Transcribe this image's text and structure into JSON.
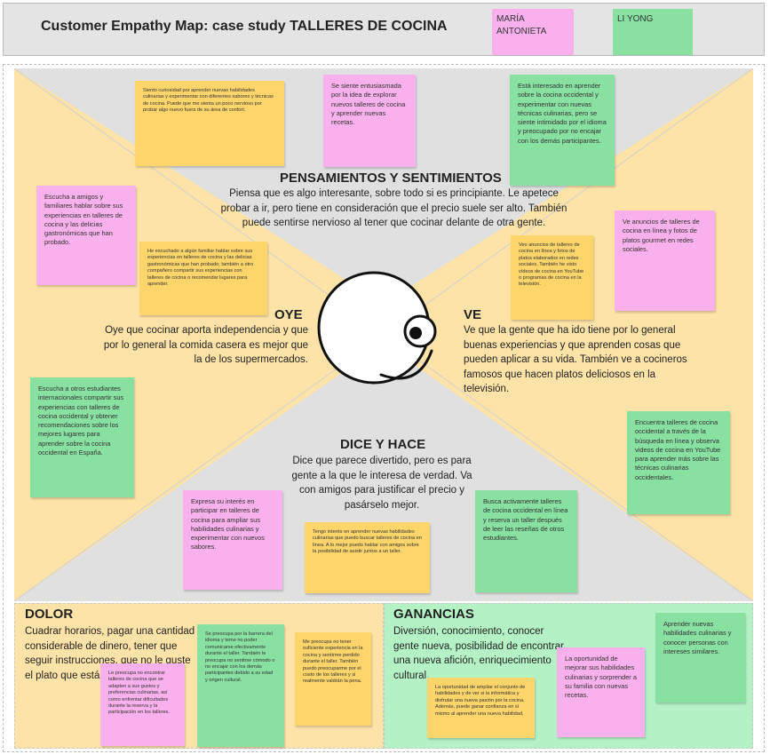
{
  "header": {
    "title": "Customer Empathy Map: case study TALLERES DE COCINA",
    "users": [
      "MARÍA ANTONIETA",
      "LI YONG"
    ]
  },
  "colors": {
    "quadrant_yellow": "#fde3a8",
    "quadrant_gray": "#e0e0e0",
    "ganancias_green": "#b4f2c6",
    "note_yellow": "#fdd56b",
    "note_pink": "#f8b1ec",
    "note_green": "#88e0a1"
  },
  "sections": {
    "pensamientos": {
      "title": "PENSAMIENTOS Y SENTIMIENTOS",
      "text": "Piensa que es algo interesante, sobre todo si es principiante. Le apetece probar a ir, pero tiene en consideración que el precio suele ser alto. También puede sentirse nervioso al tener que cocinar delante de otra gente."
    },
    "oye": {
      "title": "OYE",
      "text": "Oye que cocinar aporta independencia y que por lo general la comida casera es mejor que la de los supermercados."
    },
    "ve": {
      "title": "VE",
      "text": "Ve que la gente que ha ido tiene por lo general buenas experiencias y que aprenden cosas que pueden aplicar a su vida. También ve a cocineros famosos que hacen platos deliciosos en la televisión."
    },
    "dice": {
      "title": "DICE Y HACE",
      "text": "Dice que parece divertido, pero es para gente a la que le interesa de verdad. Va con amigos para justificar el precio y pasárselo mejor."
    },
    "dolor": {
      "title": "DOLOR",
      "text": "Cuadrar horarios, pagar una cantidad considerable de dinero, tener que seguir instrucciones, que no le guste el plato que está haciendo."
    },
    "ganancias": {
      "title": "GANANCIAS",
      "text": "Diversión, conocimiento, conocer gente nueva, posibilidad de encontrar una nueva afición, enriquecimiento cultural."
    }
  },
  "notes": {
    "n1": "Siento curiosidad por aprender nuevas habilidades culinarias y experimentar con diferentes sabores y técnicas de cocina. Puede que me sienta un poco nervioso por probar algo nuevo fuera de su área de confort.",
    "n2": "Se siente entusiasmada por la idea de explorar nuevos talleres de cocina y aprender nuevas recetas.",
    "n3": "Está interesado en aprender sobre la cocina occidental y experimentar con nuevas técnicas culinarias, pero se siente intimidado por el idioma y preocupado por no encajar con los demás participantes.",
    "n4": "Escucha a amigos y familiares hablar sobre sus experiencias en talleres de cocina y las delicias gastronómicas que han probado.",
    "n5": "He escuchado a algún familiar hablar sobre sus experiencias en talleres de cocina y las delicias gastronómicas que han probado; también a otro compañero compartir sus experiencias con talleres de cocina o recomendar lugares para aprender.",
    "n6": "Veo anuncios de talleres de cocina en línea y fotos de platos elaborados en redes sociales. También he visto vídeos de cocina en YouTube o programas de cocina en la televisión.",
    "n7": "Ve anuncios de talleres de cocina en línea y fotos de platos gourmet en redes sociales.",
    "n8": "Escucha a otros estudiantes internacionales compartir sus experiencias con talleres de cocina occidental y obtener recomendaciones sobre los mejores lugares para aprender sobre la cocina occidental en España.",
    "n9": "Encuentra talleres de cocina occidental a través de la búsqueda en línea y observa videos de cocina en YouTube para aprender más sobre las técnicas culinarias occidentales.",
    "n10": "Expresa su interés en participar en talleres de cocina para ampliar sus habilidades culinarias y experimentar con nuevos sabores.",
    "n11": "Tengo interés en aprender nuevas habilidades culinarias que puedo buscar talleres de cocina en línea. A lo mejor puedo hablar con amigos sobre la posibilidad de asistir juntos a un taller.",
    "n12": "Busca activamente talleres de cocina occidental en línea y reserva un taller después de leer las reseñas de otros estudiantes.",
    "n13": "Le preocupa no encontrar talleres de cocina que se adapten a sus gustos y preferencias culinarias, así como enfrentar dificultades durante la reserva y la participación en los talleres.",
    "n14": "Se preocupa por la barrera del idioma y teme no poder comunicarse efectivamente durante el taller. También le preocupa no sentirse cómodo o no encajar con los demás participantes debido a su edad y origen cultural.",
    "n15": "Me preocupa no tener suficiente experiencia en la cocina y sentirme perdido durante el taller. También puedo preocuparme por el costo de los talleres y si realmente valdrán la pena.",
    "n16": "La oportunidad de mejorar sus habilidades culinarias y sorprender a su familia con nuevas recetas.",
    "n17": "La oportunidad de ampliar el conjunto de habilidades y de ver si la informática y disfrutar una nueva pasión por la cocina. Además, puede ganar confianza en sí mismo al aprender una nueva habilidad.",
    "n18": "Aprender nuevas habilidades culinarias y conocer personas con intereses similares."
  }
}
